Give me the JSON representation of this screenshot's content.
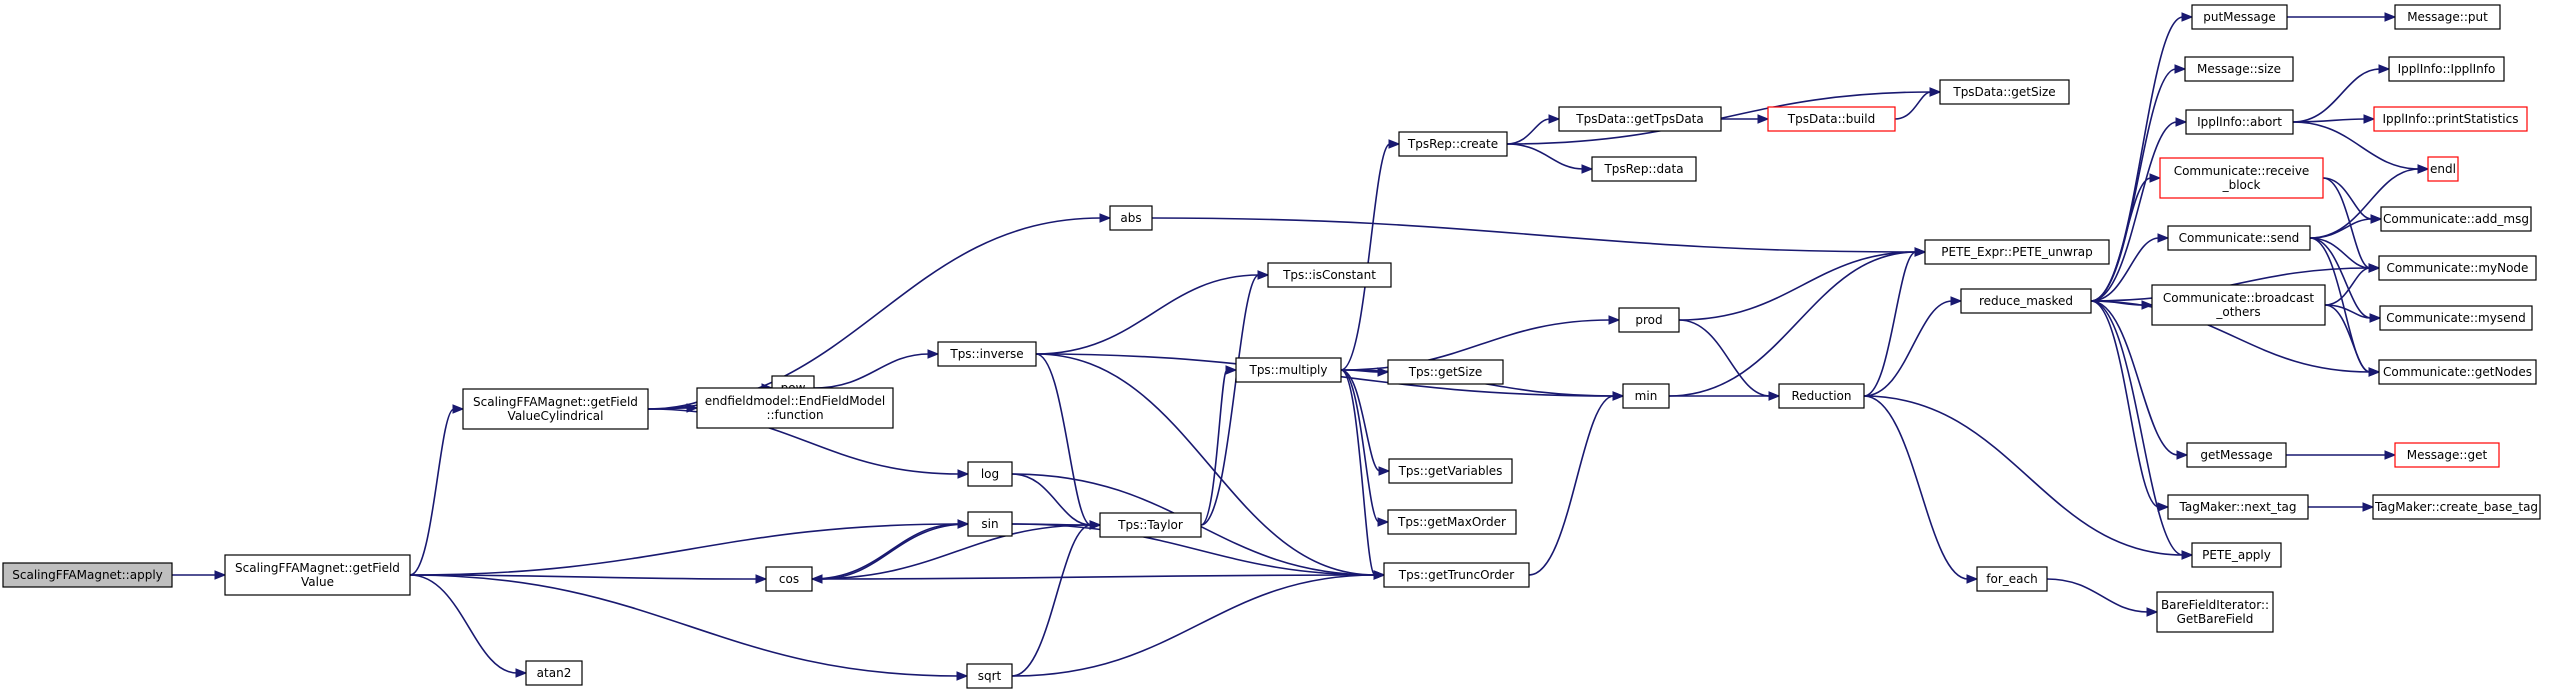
{
  "graph": {
    "nodes": [
      {
        "id": "root",
        "lines": [
          "ScalingFFAMagnet::apply"
        ],
        "style": "root"
      },
      {
        "id": "getFieldValue",
        "lines": [
          "ScalingFFAMagnet::getField",
          "Value"
        ],
        "style": "normal"
      },
      {
        "id": "getFieldValueCyl",
        "lines": [
          "ScalingFFAMagnet::getField",
          "ValueCylindrical"
        ],
        "style": "normal"
      },
      {
        "id": "atan2",
        "lines": [
          "atan2"
        ],
        "style": "normal"
      },
      {
        "id": "cos",
        "lines": [
          "cos"
        ],
        "style": "normal"
      },
      {
        "id": "sin",
        "lines": [
          "sin"
        ],
        "style": "normal"
      },
      {
        "id": "log",
        "lines": [
          "log"
        ],
        "style": "normal"
      },
      {
        "id": "sqrt",
        "lines": [
          "sqrt"
        ],
        "style": "normal"
      },
      {
        "id": "pow",
        "lines": [
          "pow"
        ],
        "style": "normal"
      },
      {
        "id": "abs",
        "lines": [
          "abs"
        ],
        "style": "normal"
      },
      {
        "id": "endfield",
        "lines": [
          "endfieldmodel::EndFieldModel",
          "::function"
        ],
        "style": "normal"
      },
      {
        "id": "tpsInverse",
        "lines": [
          "Tps::inverse"
        ],
        "style": "normal"
      },
      {
        "id": "tpsTaylor",
        "lines": [
          "Tps::Taylor"
        ],
        "style": "normal"
      },
      {
        "id": "tpsIsConstant",
        "lines": [
          "Tps::isConstant"
        ],
        "style": "normal"
      },
      {
        "id": "tpsMultiply",
        "lines": [
          "Tps::multiply"
        ],
        "style": "normal"
      },
      {
        "id": "tpsGetTruncOrder",
        "lines": [
          "Tps::getTruncOrder"
        ],
        "style": "normal"
      },
      {
        "id": "tpsGetSize",
        "lines": [
          "Tps::getSize"
        ],
        "style": "normal"
      },
      {
        "id": "tpsGetVariables",
        "lines": [
          "Tps::getVariables"
        ],
        "style": "normal"
      },
      {
        "id": "tpsGetMaxOrder",
        "lines": [
          "Tps::getMaxOrder"
        ],
        "style": "normal"
      },
      {
        "id": "tpsRepCreate",
        "lines": [
          "TpsRep::create"
        ],
        "style": "normal"
      },
      {
        "id": "tpsDataGetTpsData",
        "lines": [
          "TpsData::getTpsData"
        ],
        "style": "normal"
      },
      {
        "id": "tpsDataBuild",
        "lines": [
          "TpsData::build"
        ],
        "style": "red"
      },
      {
        "id": "tpsDataGetSize",
        "lines": [
          "TpsData::getSize"
        ],
        "style": "normal"
      },
      {
        "id": "tpsRepData",
        "lines": [
          "TpsRep::data"
        ],
        "style": "normal"
      },
      {
        "id": "prod",
        "lines": [
          "prod"
        ],
        "style": "normal"
      },
      {
        "id": "min",
        "lines": [
          "min"
        ],
        "style": "normal"
      },
      {
        "id": "peteUnwrap",
        "lines": [
          "PETE_Expr::PETE_unwrap"
        ],
        "style": "normal"
      },
      {
        "id": "reduction",
        "lines": [
          "Reduction"
        ],
        "style": "normal"
      },
      {
        "id": "reduceMasked",
        "lines": [
          "reduce_masked"
        ],
        "style": "normal"
      },
      {
        "id": "forEach",
        "lines": [
          "for_each"
        ],
        "style": "normal"
      },
      {
        "id": "bareField",
        "lines": [
          "BareFieldIterator::",
          "GetBareField"
        ],
        "style": "normal"
      },
      {
        "id": "putMessage",
        "lines": [
          "putMessage"
        ],
        "style": "normal"
      },
      {
        "id": "messageSize",
        "lines": [
          "Message::size"
        ],
        "style": "normal"
      },
      {
        "id": "ipplAbort",
        "lines": [
          "IpplInfo::abort"
        ],
        "style": "normal"
      },
      {
        "id": "commReceive",
        "lines": [
          "Communicate::receive",
          "_block"
        ],
        "style": "red"
      },
      {
        "id": "commSend",
        "lines": [
          "Communicate::send"
        ],
        "style": "normal"
      },
      {
        "id": "commBroadcast",
        "lines": [
          "Communicate::broadcast",
          "_others"
        ],
        "style": "normal"
      },
      {
        "id": "getMessage",
        "lines": [
          "getMessage"
        ],
        "style": "normal"
      },
      {
        "id": "tagNext",
        "lines": [
          "TagMaker::next_tag"
        ],
        "style": "normal"
      },
      {
        "id": "peteApply",
        "lines": [
          "PETE_apply"
        ],
        "style": "normal"
      },
      {
        "id": "messagePut",
        "lines": [
          "Message::put"
        ],
        "style": "normal"
      },
      {
        "id": "ipplInfo",
        "lines": [
          "IpplInfo::IpplInfo"
        ],
        "style": "normal"
      },
      {
        "id": "ipplPrintStats",
        "lines": [
          "IpplInfo::printStatistics"
        ],
        "style": "red"
      },
      {
        "id": "endl",
        "lines": [
          "endl"
        ],
        "style": "red"
      },
      {
        "id": "commAddMsg",
        "lines": [
          "Communicate::add_msg"
        ],
        "style": "normal"
      },
      {
        "id": "commMyNode",
        "lines": [
          "Communicate::myNode"
        ],
        "style": "normal"
      },
      {
        "id": "commMySend",
        "lines": [
          "Communicate::mysend"
        ],
        "style": "normal"
      },
      {
        "id": "commGetNodes",
        "lines": [
          "Communicate::getNodes"
        ],
        "style": "normal"
      },
      {
        "id": "messageGet",
        "lines": [
          "Message::get"
        ],
        "style": "red"
      },
      {
        "id": "tagCreateBase",
        "lines": [
          "TagMaker::create_base_tag"
        ],
        "style": "normal"
      }
    ],
    "edges": [
      [
        "root",
        "getFieldValue"
      ],
      [
        "getFieldValue",
        "getFieldValueCyl"
      ],
      [
        "getFieldValue",
        "sin"
      ],
      [
        "getFieldValue",
        "cos"
      ],
      [
        "getFieldValue",
        "atan2"
      ],
      [
        "getFieldValue",
        "sqrt"
      ],
      [
        "getFieldValueCyl",
        "abs"
      ],
      [
        "getFieldValueCyl",
        "pow"
      ],
      [
        "getFieldValueCyl",
        "endfield"
      ],
      [
        "getFieldValueCyl",
        "log"
      ],
      [
        "abs",
        "peteUnwrap"
      ],
      [
        "pow",
        "tpsInverse"
      ],
      [
        "tpsInverse",
        "tpsIsConstant"
      ],
      [
        "tpsInverse",
        "min"
      ],
      [
        "tpsInverse",
        "tpsTaylor"
      ],
      [
        "tpsInverse",
        "tpsGetTruncOrder"
      ],
      [
        "log",
        "tpsTaylor"
      ],
      [
        "log",
        "tpsGetTruncOrder"
      ],
      [
        "sin",
        "tpsTaylor"
      ],
      [
        "sin",
        "cos"
      ],
      [
        "sin",
        "tpsGetTruncOrder"
      ],
      [
        "cos",
        "sin"
      ],
      [
        "cos",
        "tpsTaylor"
      ],
      [
        "cos",
        "tpsGetTruncOrder"
      ],
      [
        "sqrt",
        "tpsTaylor"
      ],
      [
        "sqrt",
        "tpsGetTruncOrder"
      ],
      [
        "tpsTaylor",
        "tpsIsConstant"
      ],
      [
        "tpsTaylor",
        "tpsMultiply"
      ],
      [
        "tpsMultiply",
        "tpsRepCreate"
      ],
      [
        "tpsMultiply",
        "prod"
      ],
      [
        "tpsMultiply",
        "tpsGetSize"
      ],
      [
        "tpsMultiply",
        "min"
      ],
      [
        "tpsMultiply",
        "tpsGetVariables"
      ],
      [
        "tpsMultiply",
        "tpsGetMaxOrder"
      ],
      [
        "tpsMultiply",
        "tpsGetTruncOrder"
      ],
      [
        "tpsGetTruncOrder",
        "min"
      ],
      [
        "tpsRepCreate",
        "tpsDataGetTpsData"
      ],
      [
        "tpsRepCreate",
        "tpsDataGetSize"
      ],
      [
        "tpsRepCreate",
        "tpsRepData"
      ],
      [
        "tpsDataGetTpsData",
        "tpsDataBuild"
      ],
      [
        "tpsDataBuild",
        "tpsDataGetSize"
      ],
      [
        "prod",
        "peteUnwrap"
      ],
      [
        "prod",
        "reduction"
      ],
      [
        "min",
        "peteUnwrap"
      ],
      [
        "min",
        "reduction"
      ],
      [
        "reduction",
        "peteUnwrap"
      ],
      [
        "reduction",
        "reduceMasked"
      ],
      [
        "reduction",
        "forEach"
      ],
      [
        "reduction",
        "peteApply"
      ],
      [
        "forEach",
        "bareField"
      ],
      [
        "reduceMasked",
        "putMessage"
      ],
      [
        "reduceMasked",
        "messageSize"
      ],
      [
        "reduceMasked",
        "ipplAbort"
      ],
      [
        "reduceMasked",
        "commReceive"
      ],
      [
        "reduceMasked",
        "commSend"
      ],
      [
        "reduceMasked",
        "commMyNode"
      ],
      [
        "reduceMasked",
        "commBroadcast"
      ],
      [
        "reduceMasked",
        "commGetNodes"
      ],
      [
        "reduceMasked",
        "getMessage"
      ],
      [
        "reduceMasked",
        "tagNext"
      ],
      [
        "reduceMasked",
        "peteApply"
      ],
      [
        "putMessage",
        "messagePut"
      ],
      [
        "ipplAbort",
        "ipplInfo"
      ],
      [
        "ipplAbort",
        "ipplPrintStats"
      ],
      [
        "ipplAbort",
        "endl"
      ],
      [
        "commReceive",
        "commAddMsg"
      ],
      [
        "commReceive",
        "commMyNode"
      ],
      [
        "commSend",
        "endl"
      ],
      [
        "commSend",
        "commAddMsg"
      ],
      [
        "commSend",
        "commMyNode"
      ],
      [
        "commSend",
        "commMySend"
      ],
      [
        "commSend",
        "commGetNodes"
      ],
      [
        "commBroadcast",
        "commMyNode"
      ],
      [
        "commBroadcast",
        "commMySend"
      ],
      [
        "commBroadcast",
        "commGetNodes"
      ],
      [
        "getMessage",
        "messageGet"
      ],
      [
        "tagNext",
        "tagCreateBase"
      ]
    ]
  }
}
